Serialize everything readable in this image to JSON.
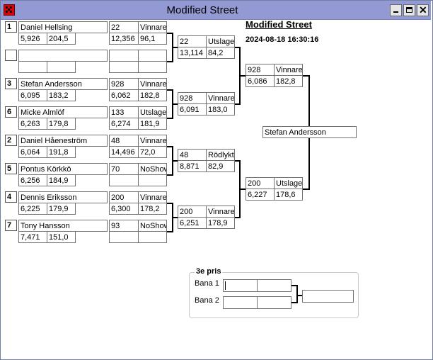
{
  "window": {
    "title": "Modified Street",
    "minimize_icon": "minimize-icon",
    "maximize_icon": "maximize-icon",
    "close_icon": "close-icon"
  },
  "header": {
    "heading": "Modified Street",
    "datetime": "2024-08-18 16:30:16"
  },
  "round1": [
    {
      "seed": "1",
      "name": "Daniel Hellsing",
      "rt": "5,926",
      "et": "204,5"
    },
    {
      "seed": "",
      "name": "",
      "rt": "",
      "et": ""
    },
    {
      "seed": "3",
      "name": "Stefan Andersson",
      "rt": "6,095",
      "et": "183,2"
    },
    {
      "seed": "6",
      "name": "Micke Almlöf",
      "rt": "6,263",
      "et": "179,8"
    },
    {
      "seed": "2",
      "name": "Daniel Håeneström",
      "rt": "6,064",
      "et": "191,8"
    },
    {
      "seed": "5",
      "name": "Pontus Körkkö",
      "rt": "6,256",
      "et": "184,9"
    },
    {
      "seed": "4",
      "name": "Dennis Eriksson",
      "rt": "6,225",
      "et": "179,9"
    },
    {
      "seed": "7",
      "name": "Tony Hansson",
      "rt": "7,471",
      "et": "151,0"
    }
  ],
  "round1_results": [
    {
      "num": "22",
      "result": "Vinnare",
      "time": "12,356",
      "speed": "96,1"
    },
    {
      "num": "",
      "result": "",
      "time": "",
      "speed": ""
    },
    {
      "num": "928",
      "result": "Vinnare",
      "time": "6,062",
      "speed": "182,8"
    },
    {
      "num": "133",
      "result": "Utslagen",
      "time": "6,274",
      "speed": "181,9"
    },
    {
      "num": "48",
      "result": "Vinnare",
      "time": "14,496",
      "speed": "72,0"
    },
    {
      "num": "70",
      "result": "NoShow",
      "time": "",
      "speed": ""
    },
    {
      "num": "200",
      "result": "Vinnare",
      "time": "6,300",
      "speed": "178,2"
    },
    {
      "num": "93",
      "result": "NoShow",
      "time": "",
      "speed": ""
    }
  ],
  "round2": [
    {
      "num": "22",
      "result": "Utslagen",
      "time": "13,114",
      "speed": "84,2"
    },
    {
      "num": "928",
      "result": "Vinnare",
      "time": "6,091",
      "speed": "183,0"
    },
    {
      "num": "48",
      "result": "Rödlykta",
      "time": "8,871",
      "speed": "82,9"
    },
    {
      "num": "200",
      "result": "Vinnare",
      "time": "6,251",
      "speed": "178,9"
    }
  ],
  "semis": [
    {
      "num": "928",
      "result": "Vinnare",
      "time": "6,086",
      "speed": "182,8"
    },
    {
      "num": "200",
      "result": "Utslagen",
      "time": "6,227",
      "speed": "178,6"
    }
  ],
  "final_winner": "Stefan Andersson",
  "third_place": {
    "title": "3e pris",
    "lane1": "Bana 1",
    "lane2": "Bana 2"
  }
}
